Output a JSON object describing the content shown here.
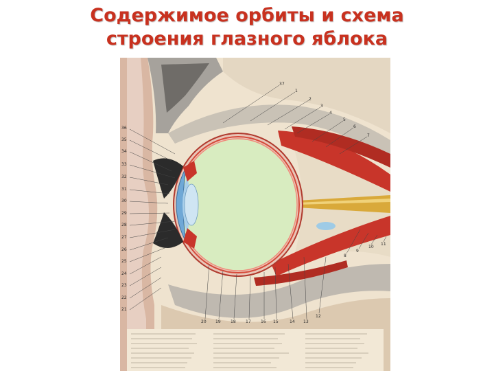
{
  "slide": {
    "title_line1": "Содержимое орбиты и схема",
    "title_line2": "строения глазного яблока"
  },
  "poster": {
    "callouts_right": [
      "37",
      "1",
      "2",
      "3",
      "4",
      "5",
      "6",
      "7"
    ],
    "callouts_left": [
      "36",
      "35",
      "34",
      "33",
      "32",
      "31",
      "30",
      "29",
      "28",
      "27",
      "26",
      "25",
      "24",
      "23",
      "22",
      "21"
    ],
    "callouts_bottom": [
      "20",
      "19",
      "18",
      "17",
      "16",
      "15",
      "14",
      "13",
      "12"
    ],
    "callouts_lower_right": [
      "8",
      "9",
      "10",
      "11"
    ],
    "colors": {
      "paper": "#efe3cf",
      "muscle": "#c8352a",
      "vitreous": "#d8ecc0",
      "sclera": "#e9c6b8",
      "bone": "#bfb9b0",
      "nerve": "#d9a93a",
      "title": "#c8311f"
    }
  }
}
